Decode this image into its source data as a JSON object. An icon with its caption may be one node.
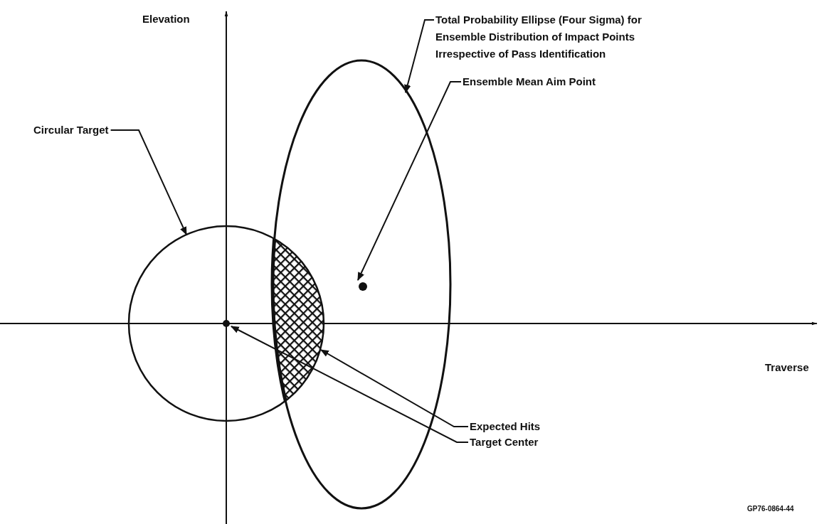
{
  "diagram": {
    "nodes": [
      {
        "text": [
          "Total Probability Ellipse (Four Sigma) for Ensemble Distribution of Impact Points Irrespective of Pass Identification"
        ]
      },
      {
        "text": [],
        "shape": "ellipse"
      },
      {
        "text": [
          "Ensemble Mean Aim Point"
        ]
      },
      {
        "text": [],
        "shape": "circle",
        "in": 1
      },
      {
        "text": [
          "Circular Target"
        ]
      },
      {
        "text": [],
        "shape": "circle"
      },
      {
        "text": [
          "Expected Hits"
        ]
      },
      {
        "text": [],
        "shape": "lens"
      },
      {
        "text": [
          "Target Center"
        ]
      },
      {
        "text": [],
        "shape": "circle",
        "in": 5
      }
    ],
    "edges": [
      {
        "from": 0,
        "to": 1,
        "arrow": "to"
      },
      {
        "from": 2,
        "to": 3,
        "arrow": "to"
      },
      {
        "from": 4,
        "to": 5,
        "arrow": "to"
      },
      {
        "from": 6,
        "to": 7,
        "arrow": "to"
      },
      {
        "from": 8,
        "to": 9,
        "arrow": "to"
      }
    ],
    "labels": [
      "Elevation",
      "Traverse",
      "GP76-0864-44"
    ]
  }
}
